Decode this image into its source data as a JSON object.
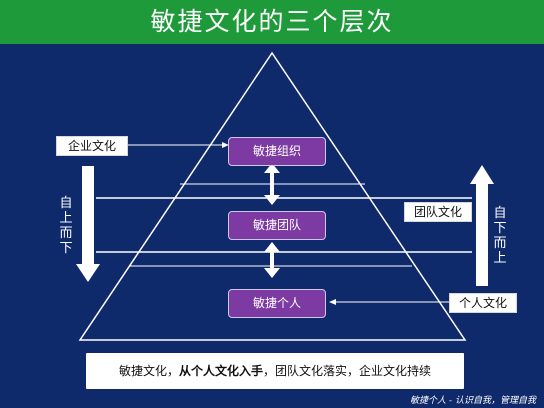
{
  "title": "敏捷文化的三个层次",
  "pyramid": {
    "levels": [
      "敏捷组织",
      "敏捷团队",
      "敏捷个人"
    ]
  },
  "labels": {
    "enterprise_culture": "企业文化",
    "team_culture": "团队文化",
    "personal_culture": "个人文化"
  },
  "arrows": {
    "top_down": "自上而下",
    "bottom_up": "自下而上"
  },
  "summary": {
    "part1": "敏捷文化，",
    "emphasis": "从个人文化入手",
    "part2": "，团队文化落实，企业文化持续"
  },
  "footer": "敏捷个人 - 认识自我，管理自我",
  "colors": {
    "background": "#0f2a6b",
    "title_bar": "#1e9a3a",
    "level_box": "#7c3aa2"
  }
}
